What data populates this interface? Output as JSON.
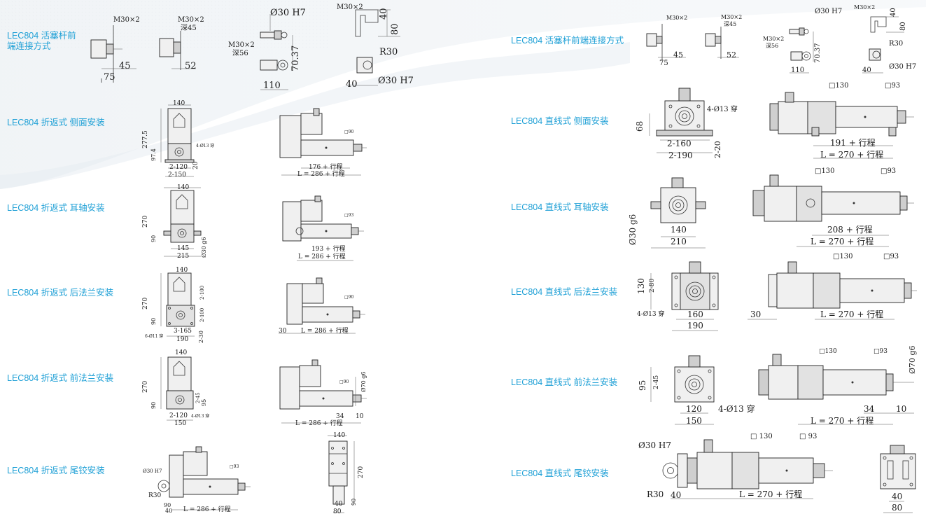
{
  "colors": {
    "accent": "#1fa0d6",
    "line": "#333333",
    "background_swoosh": "#eef2f5"
  },
  "left_column": {
    "rod_end": {
      "label": "LEC804 活塞杆前端连接方式",
      "dims": [
        "M30×2",
        "M30×2",
        "深45",
        "Ø30 H7",
        "M30×2",
        "40",
        "80",
        "M30×2",
        "深56",
        "70.37",
        "R30",
        "45",
        "75",
        "52",
        "110",
        "40",
        "Ø30 H7"
      ]
    },
    "side": {
      "label": "LEC804 折返式 侧面安装",
      "dims": [
        "140",
        "277.5",
        "97.4",
        "4-Ø13 穿",
        "20",
        "2-120",
        "2-150",
        "□90",
        "176 + 行程",
        "L = 286 + 行程"
      ]
    },
    "trunnion": {
      "label": "LEC804 折返式 耳轴安装",
      "dims": [
        "140",
        "270",
        "90",
        "145",
        "215",
        "Ø30 g6",
        "□93",
        "193 + 行程",
        "L = 286 + 行程"
      ]
    },
    "rear_flange": {
      "label": "LEC804 折返式 后法兰安装",
      "dims": [
        "140",
        "270",
        "2-100",
        "2-100",
        "90",
        "3-165",
        "6-Ø11 穿",
        "190",
        "2-30",
        "□90",
        "30",
        "L = 286 + 行程"
      ]
    },
    "front_flange": {
      "label": "LEC804 折返式 前法兰安装",
      "dims": [
        "140",
        "270",
        "2-45",
        "95",
        "90",
        "2-120",
        "4-Ø13 穿",
        "150",
        "□90",
        "Ø70 g6",
        "34",
        "10",
        "L = 286 + 行程"
      ]
    },
    "clevis": {
      "label": "LEC804 折返式 尾铰安装",
      "dims": [
        "Ø30 H7",
        "R30",
        "40",
        "90",
        "□93",
        "L = 286 + 行程",
        "140",
        "270",
        "40",
        "90",
        "80"
      ]
    }
  },
  "right_column": {
    "rod_end": {
      "label": "LEC804 活塞杆前端连接方式",
      "dims": [
        "M30×2",
        "M30×2",
        "深45",
        "Ø30 H7",
        "M30×2",
        "40",
        "80",
        "M30×2",
        "深56",
        "70.37",
        "R30",
        "45",
        "75",
        "52",
        "110",
        "40",
        "Ø30 H7"
      ]
    },
    "side": {
      "label": "LEC804 直线式 侧面安装",
      "dims": [
        "4-Ø13 穿",
        "68",
        "2-160",
        "2-190",
        "2-20",
        "□130",
        "□93",
        "191 + 行程",
        "L = 270 + 行程"
      ]
    },
    "trunnion": {
      "label": "LEC804 直线式 耳轴安装",
      "dims": [
        "Ø30 g6",
        "140",
        "210",
        "□130",
        "□93",
        "208 + 行程",
        "L = 270 + 行程"
      ]
    },
    "rear_flange": {
      "label": "LEC804 直线式 后法兰安装",
      "dims": [
        "130",
        "2-80",
        "4-Ø13 穿",
        "160",
        "190",
        "□130",
        "□93",
        "30",
        "L = 270 + 行程"
      ]
    },
    "front_flange": {
      "label": "LEC804 直线式 前法兰安装",
      "dims": [
        "95",
        "2-45",
        "4-Ø13 穿",
        "120",
        "150",
        "□130",
        "□93",
        "Ø70 g6",
        "34",
        "10",
        "L = 270 + 行程"
      ]
    },
    "clevis": {
      "label": "LEC804 直线式 尾铰安装",
      "dims": [
        "Ø30 H7",
        "R30",
        "40",
        "□ 130",
        "□ 93",
        "L = 270 + 行程",
        "40",
        "80"
      ]
    }
  }
}
